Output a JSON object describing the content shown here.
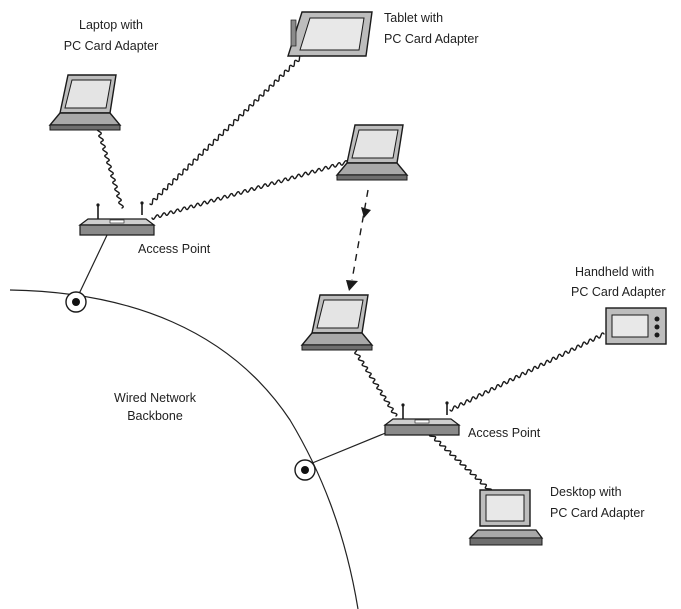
{
  "labels": {
    "laptop_top_line1": "Laptop with",
    "laptop_top_line2": "PC Card Adapter",
    "tablet_line1": "Tablet with",
    "tablet_line2": "PC Card Adapter",
    "access_point_1": "Access Point",
    "backbone_line1": "Wired Network",
    "backbone_line2": "Backbone",
    "handheld_line1": "Handheld with",
    "handheld_line2": "PC Card Adapter",
    "access_point_2": "Access Point",
    "desktop_line1": "Desktop with",
    "desktop_line2": "PC Card Adapter"
  },
  "icons": {
    "laptop": "laptop-icon",
    "tablet": "tablet-icon",
    "access_point": "access-point-icon",
    "handheld": "handheld-icon",
    "desktop": "desktop-icon",
    "network_tap": "network-tap-icon"
  },
  "colors": {
    "device_fill": "#bdbdbd",
    "device_dark": "#7a7a7a",
    "line": "#1a1a1a"
  }
}
